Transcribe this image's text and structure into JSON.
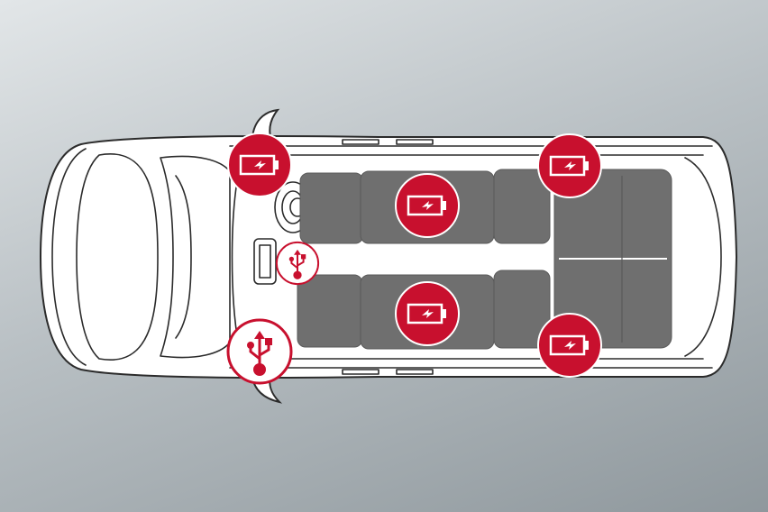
{
  "colors": {
    "accent": "#c8102e",
    "seat": "#6f6f6f",
    "car_body": "#ffffff",
    "outline": "#2b2b2b"
  },
  "vehicle_view": "top-down",
  "markers": [
    {
      "type": "battery-charging",
      "icon": "battery-charge-icon",
      "style": "filled-red"
    },
    {
      "type": "battery-charging",
      "icon": "battery-charge-icon",
      "style": "filled-red"
    },
    {
      "type": "battery-charging",
      "icon": "battery-charge-icon",
      "style": "filled-red"
    },
    {
      "type": "battery-charging",
      "icon": "battery-charge-icon",
      "style": "filled-red"
    },
    {
      "type": "battery-charging",
      "icon": "battery-charge-icon",
      "style": "filled-red"
    },
    {
      "type": "usb",
      "icon": "usb-icon",
      "style": "outlined-white"
    },
    {
      "type": "usb",
      "icon": "usb-icon",
      "style": "outlined-white"
    }
  ]
}
